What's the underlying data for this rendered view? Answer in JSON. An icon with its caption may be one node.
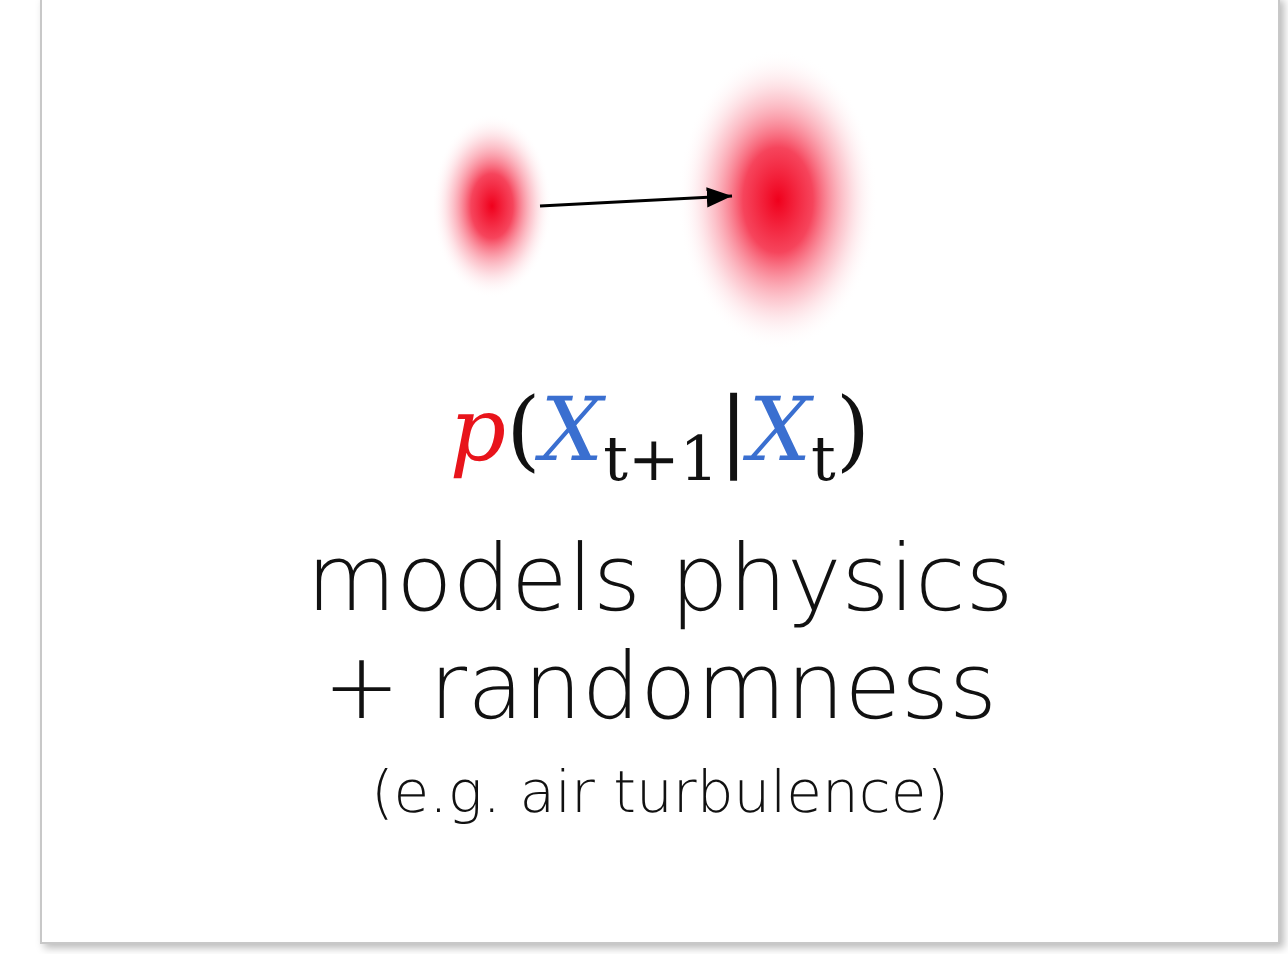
{
  "diagram": {
    "nodes": [
      {
        "text": [],
        "shape": "circle"
      },
      {
        "text": [],
        "shape": "circle"
      }
    ],
    "edges": [
      {
        "from": 0,
        "to": 1,
        "arrow": "to"
      }
    ],
    "labels": [
      "*p*(*X*$_{t+1}$|*X*$_{t}$)",
      "models physics + randomness",
      "(e.g. air turbulence)"
    ]
  }
}
